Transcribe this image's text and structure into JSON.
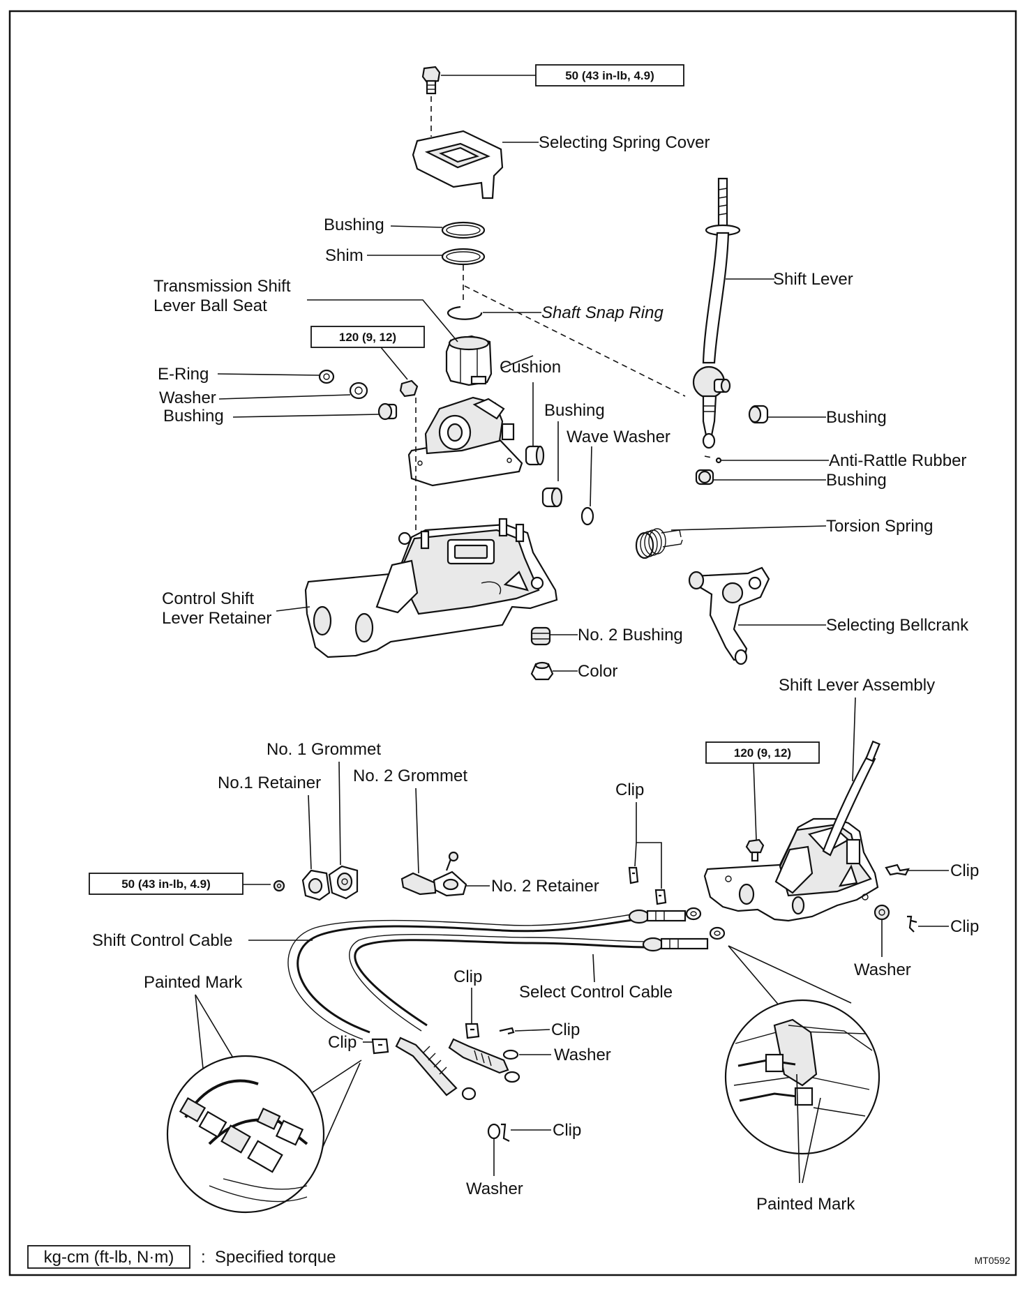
{
  "labels": {
    "selecting_spring_cover": "Selecting Spring Cover",
    "bushing_top": "Bushing",
    "shim": "Shim",
    "ball_seat_line1": "Transmission Shift",
    "ball_seat_line2": "Lever Ball Seat",
    "shaft_snap_ring": "Shaft Snap Ring",
    "shift_lever": "Shift Lever",
    "e_ring": "E-Ring",
    "washer_left": "Washer",
    "bushing_left": "Bushing",
    "cushion": "Cushion",
    "bushing_mid": "Bushing",
    "wave_washer": "Wave Washer",
    "bushing_right": "Bushing",
    "anti_rattle_rubber": "Anti-Rattle Rubber",
    "bushing_lower_right": "Bushing",
    "torsion_spring": "Torsion Spring",
    "retainer_line1": "Control Shift",
    "retainer_line2": "Lever Retainer",
    "selecting_bellcrank": "Selecting Bellcrank",
    "no2_bushing": "No. 2 Bushing",
    "color": "Color",
    "shift_lever_assembly": "Shift Lever Assembly",
    "no1_grommet": "No. 1 Grommet",
    "no1_retainer": "No.1 Retainer",
    "no2_grommet": "No. 2 Grommet",
    "clip_top": "Clip",
    "no2_retainer": "No. 2 Retainer",
    "clip_right1": "Clip",
    "clip_right2": "Clip",
    "shift_control_cable": "Shift Control Cable",
    "washer_right": "Washer",
    "painted_mark_left": "Painted Mark",
    "clip_center": "Clip",
    "select_control_cable": "Select Control Cable",
    "clip_left": "Clip",
    "clip_mid": "Clip",
    "washer_mid": "Washer",
    "clip_bottom": "Clip",
    "washer_bottom": "Washer",
    "painted_mark_right": "Painted Mark"
  },
  "torque": {
    "top": "50 (43 in-lb, 4.9)",
    "left_mid": "120 (9, 12)",
    "right_assembly": "120 (9, 12)",
    "left_low": "50 (43 in-lb, 4.9)"
  },
  "legend": {
    "units_box": "kg-cm (ft-lb, N·m)",
    "separator": ":",
    "meaning": "Specified torque"
  },
  "figure_code": "MT0592"
}
